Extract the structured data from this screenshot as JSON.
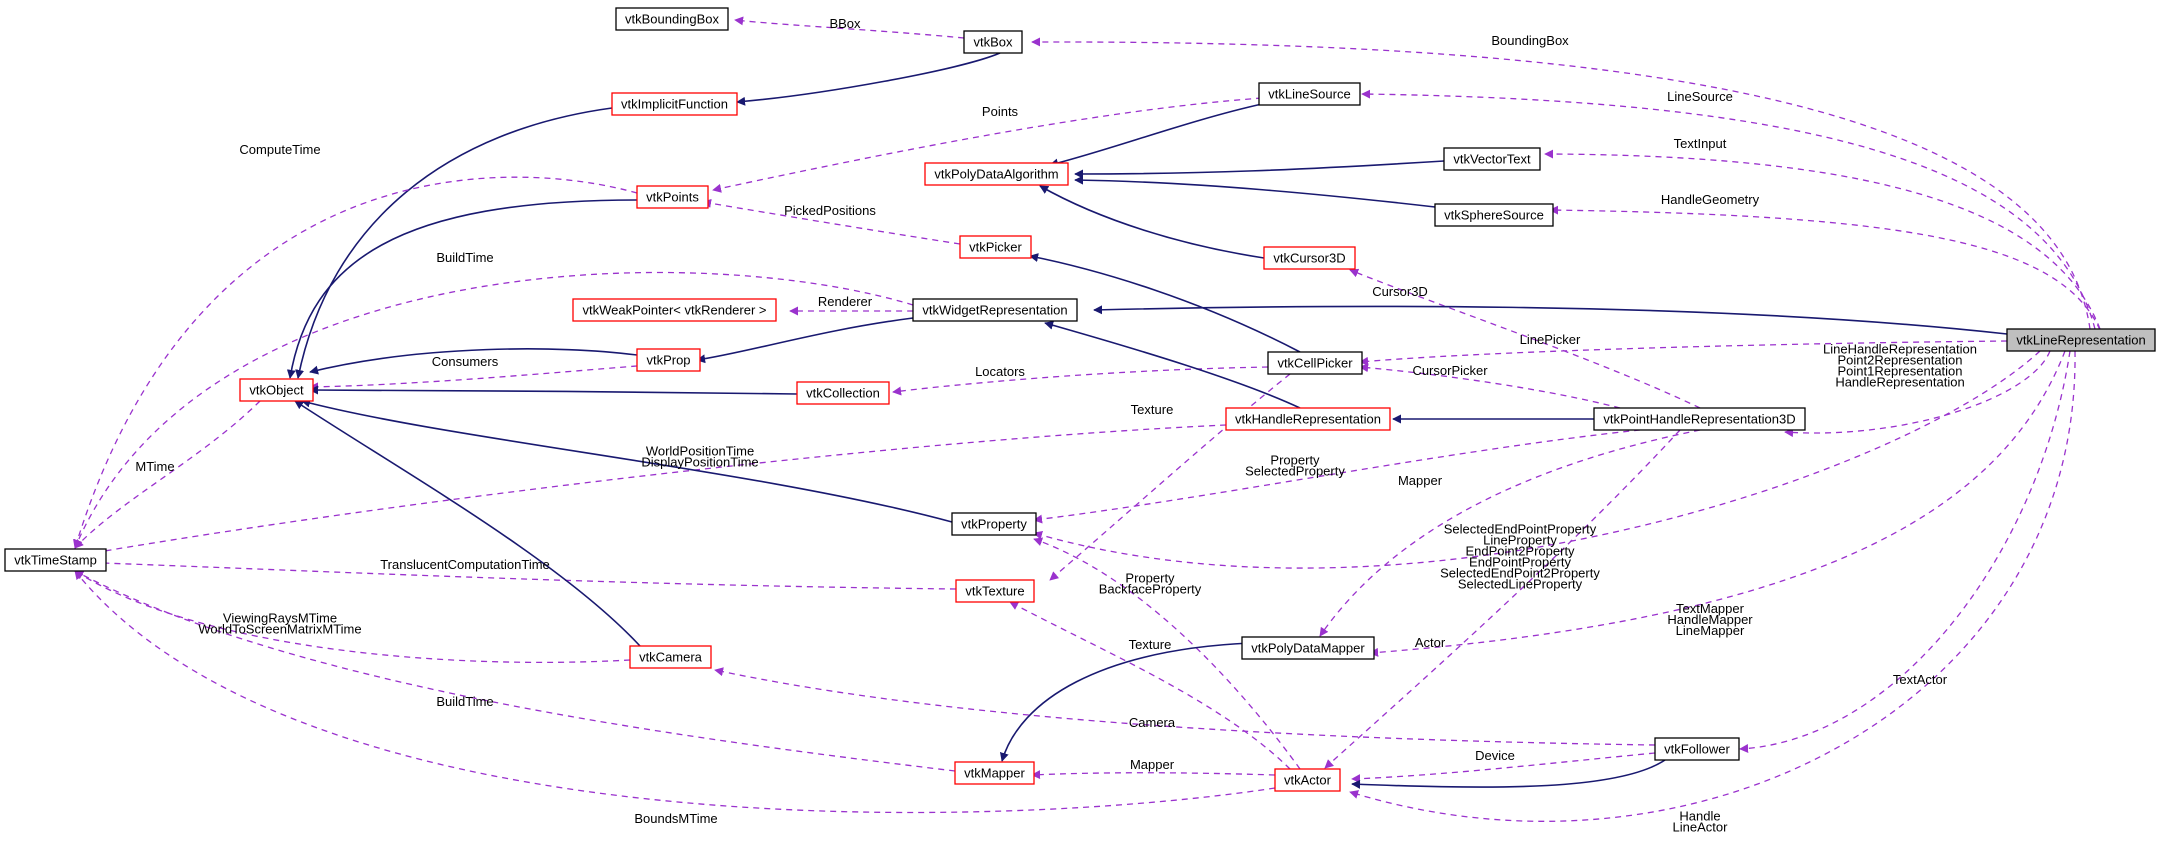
{
  "colors": {
    "inheritance": "#191970",
    "usage": "#9a32cd",
    "node_border_documented": "#000000",
    "node_border_undocumented": "#ff0000",
    "focus_fill": "#bfbfbf"
  },
  "nodes": [
    {
      "id": "vtkBoundingBox",
      "label": "vtkBoundingBox",
      "border": "black"
    },
    {
      "id": "vtkBox",
      "label": "vtkBox",
      "border": "black"
    },
    {
      "id": "vtkImplicitFunction",
      "label": "vtkImplicitFunction",
      "border": "red"
    },
    {
      "id": "vtkLineSource",
      "label": "vtkLineSource",
      "border": "black"
    },
    {
      "id": "vtkVectorText",
      "label": "vtkVectorText",
      "border": "black"
    },
    {
      "id": "vtkPolyDataAlgorithm",
      "label": "vtkPolyDataAlgorithm",
      "border": "red"
    },
    {
      "id": "vtkPoints",
      "label": "vtkPoints",
      "border": "red"
    },
    {
      "id": "vtkSphereSource",
      "label": "vtkSphereSource",
      "border": "black"
    },
    {
      "id": "vtkPicker",
      "label": "vtkPicker",
      "border": "red"
    },
    {
      "id": "vtkCursor3D",
      "label": "vtkCursor3D",
      "border": "red"
    },
    {
      "id": "vtkWeakPointer",
      "label": "vtkWeakPointer< vtkRenderer >",
      "border": "red"
    },
    {
      "id": "vtkWidgetRepresentation",
      "label": "vtkWidgetRepresentation",
      "border": "black"
    },
    {
      "id": "vtkLineRepresentation",
      "label": "vtkLineRepresentation",
      "border": "black",
      "focus": true
    },
    {
      "id": "vtkProp",
      "label": "vtkProp",
      "border": "red"
    },
    {
      "id": "vtkCellPicker",
      "label": "vtkCellPicker",
      "border": "black"
    },
    {
      "id": "vtkObject",
      "label": "vtkObject",
      "border": "red"
    },
    {
      "id": "vtkCollection",
      "label": "vtkCollection",
      "border": "red"
    },
    {
      "id": "vtkHandleRepresentation",
      "label": "vtkHandleRepresentation",
      "border": "red"
    },
    {
      "id": "vtkPointHandleRepresentation3D",
      "label": "vtkPointHandleRepresentation3D",
      "border": "black"
    },
    {
      "id": "vtkProperty",
      "label": "vtkProperty",
      "border": "black"
    },
    {
      "id": "vtkTimeStamp",
      "label": "vtkTimeStamp",
      "border": "black"
    },
    {
      "id": "vtkTexture",
      "label": "vtkTexture",
      "border": "red"
    },
    {
      "id": "vtkCamera",
      "label": "vtkCamera",
      "border": "red"
    },
    {
      "id": "vtkPolyDataMapper",
      "label": "vtkPolyDataMapper",
      "border": "black"
    },
    {
      "id": "vtkFollower",
      "label": "vtkFollower",
      "border": "black"
    },
    {
      "id": "vtkMapper",
      "label": "vtkMapper",
      "border": "red"
    },
    {
      "id": "vtkActor",
      "label": "vtkActor",
      "border": "red"
    }
  ],
  "edges": [
    {
      "id": "e1",
      "kind": "usage",
      "from": "vtkBox",
      "to": "vtkBoundingBox",
      "label": [
        "BBox"
      ]
    },
    {
      "id": "e2",
      "kind": "inherit",
      "from": "vtkBox",
      "to": "vtkImplicitFunction",
      "label": []
    },
    {
      "id": "e3",
      "kind": "usage",
      "from": "vtkLineRepresentation",
      "to": "vtkBox",
      "label": [
        "BoundingBox"
      ]
    },
    {
      "id": "e4",
      "kind": "inherit",
      "from": "vtkImplicitFunction",
      "to": "vtkObject",
      "label": []
    },
    {
      "id": "e5",
      "kind": "usage",
      "from": "vtkLineRepresentation",
      "to": "vtkLineSource",
      "label": [
        "LineSource"
      ]
    },
    {
      "id": "e6",
      "kind": "inherit",
      "from": "vtkLineSource",
      "to": "vtkPolyDataAlgorithm",
      "label": []
    },
    {
      "id": "e7",
      "kind": "usage",
      "from": "vtkLineSource",
      "to": "vtkPoints",
      "label": [
        "Points"
      ]
    },
    {
      "id": "e8",
      "kind": "usage",
      "from": "vtkLineRepresentation",
      "to": "vtkVectorText",
      "label": [
        "TextInput"
      ]
    },
    {
      "id": "e9",
      "kind": "inherit",
      "from": "vtkVectorText",
      "to": "vtkPolyDataAlgorithm",
      "label": []
    },
    {
      "id": "e10",
      "kind": "inherit",
      "from": "vtkSphereSource",
      "to": "vtkPolyDataAlgorithm",
      "label": []
    },
    {
      "id": "e11",
      "kind": "usage",
      "from": "vtkLineRepresentation",
      "to": "vtkSphereSource",
      "label": [
        "HandleGeometry"
      ]
    },
    {
      "id": "e12",
      "kind": "usage",
      "from": "vtkPoints",
      "to": "vtkTimeStamp",
      "label": [
        "ComputeTime"
      ]
    },
    {
      "id": "e13",
      "kind": "inherit",
      "from": "vtkPoints",
      "to": "vtkObject",
      "label": []
    },
    {
      "id": "e14",
      "kind": "usage",
      "from": "vtkPicker",
      "to": "vtkPoints",
      "label": [
        "PickedPositions"
      ]
    },
    {
      "id": "e15",
      "kind": "inherit",
      "from": "vtkCursor3D",
      "to": "vtkPolyDataAlgorithm",
      "label": []
    },
    {
      "id": "e16",
      "kind": "usage",
      "from": "vtkPointHandleRepresentation3D",
      "to": "vtkCursor3D",
      "label": [
        "Cursor3D"
      ]
    },
    {
      "id": "e17",
      "kind": "usage",
      "from": "vtkWidgetRepresentation",
      "to": "vtkTimeStamp",
      "label": [
        "BuildTime"
      ]
    },
    {
      "id": "e18",
      "kind": "usage",
      "from": "vtkWidgetRepresentation",
      "to": "vtkWeakPointer",
      "label": [
        "Renderer"
      ]
    },
    {
      "id": "e19",
      "kind": "inherit",
      "from": "vtkWidgetRepresentation",
      "to": "vtkProp",
      "label": []
    },
    {
      "id": "e20",
      "kind": "inherit",
      "from": "vtkLineRepresentation",
      "to": "vtkWidgetRepresentation",
      "label": []
    },
    {
      "id": "e21",
      "kind": "inherit",
      "from": "vtkCellPicker",
      "to": "vtkPicker",
      "label": []
    },
    {
      "id": "e22",
      "kind": "usage",
      "from": "vtkLineRepresentation",
      "to": "vtkCellPicker",
      "label": [
        "LinePicker"
      ]
    },
    {
      "id": "e23",
      "kind": "usage",
      "from": "vtkPointHandleRepresentation3D",
      "to": "vtkCellPicker",
      "label": [
        "CursorPicker"
      ]
    },
    {
      "id": "e24",
      "kind": "inherit",
      "from": "vtkProp",
      "to": "vtkObject",
      "label": []
    },
    {
      "id": "e25",
      "kind": "usage",
      "from": "vtkProp",
      "to": "vtkObject",
      "label": [
        "Consumers"
      ]
    },
    {
      "id": "e26",
      "kind": "inherit",
      "from": "vtkCollection",
      "to": "vtkObject",
      "label": []
    },
    {
      "id": "e27",
      "kind": "usage",
      "from": "vtkCellPicker",
      "to": "vtkCollection",
      "label": [
        "Locators"
      ]
    },
    {
      "id": "e28",
      "kind": "inherit",
      "from": "vtkHandleRepresentation",
      "to": "vtkWidgetRepresentation",
      "label": []
    },
    {
      "id": "e29",
      "kind": "inherit",
      "from": "vtkPointHandleRepresentation3D",
      "to": "vtkHandleRepresentation",
      "label": []
    },
    {
      "id": "e30",
      "kind": "usage",
      "from": "vtkLineRepresentation",
      "to": "vtkPointHandleRepresentation3D",
      "label": [
        "LineHandleRepresentation",
        "Point2Representation",
        "Point1Representation",
        "HandleRepresentation"
      ]
    },
    {
      "id": "e31",
      "kind": "usage",
      "from": "vtkCellPicker",
      "to": "vtkTexture",
      "label": [
        "Texture"
      ]
    },
    {
      "id": "e32",
      "kind": "usage",
      "from": "vtkObject",
      "to": "vtkTimeStamp",
      "label": [
        "MTime"
      ]
    },
    {
      "id": "e33",
      "kind": "usage",
      "from": "vtkHandleRepresentation",
      "to": "vtkTimeStamp",
      "label": [
        "WorldPositionTime",
        "DisplayPositionTime"
      ]
    },
    {
      "id": "e34",
      "kind": "inherit",
      "from": "vtkProperty",
      "to": "vtkObject",
      "label": []
    },
    {
      "id": "e35",
      "kind": "usage",
      "from": "vtkPointHandleRepresentation3D",
      "to": "vtkProperty",
      "label": [
        "Property",
        "SelectedProperty"
      ]
    },
    {
      "id": "e36",
      "kind": "usage",
      "from": "vtkPointHandleRepresentation3D",
      "to": "vtkPolyDataMapper",
      "label": [
        "Mapper"
      ]
    },
    {
      "id": "e37",
      "kind": "usage",
      "from": "vtkLineRepresentation",
      "to": "vtkProperty",
      "label": [
        "SelectedEndPointProperty",
        "LineProperty",
        "EndPoint2Property",
        "EndPointProperty",
        "SelectedEndPoint2Property",
        "SelectedLineProperty"
      ]
    },
    {
      "id": "e38",
      "kind": "usage",
      "from": "vtkTexture",
      "to": "vtkTimeStamp",
      "label": [
        "TranslucentComputationTime"
      ]
    },
    {
      "id": "e39",
      "kind": "usage",
      "from": "vtkActor",
      "to": "vtkProperty",
      "label": [
        "Property",
        "BackfaceProperty"
      ]
    },
    {
      "id": "e40",
      "kind": "usage",
      "from": "vtkCamera",
      "to": "vtkTimeStamp",
      "label": [
        "ViewingRaysMTime",
        "WorldToScreenMatrixMTime"
      ]
    },
    {
      "id": "e41",
      "kind": "inherit",
      "from": "vtkCamera",
      "to": "vtkObject",
      "label": []
    },
    {
      "id": "e42",
      "kind": "usage",
      "from": "vtkLineRepresentation",
      "to": "vtkPolyDataMapper",
      "label": [
        "TextMapper",
        "HandleMapper",
        "LineMapper"
      ]
    },
    {
      "id": "e43",
      "kind": "usage",
      "from": "vtkActor",
      "to": "vtkTexture",
      "label": [
        "Texture"
      ]
    },
    {
      "id": "e44",
      "kind": "inherit",
      "from": "vtkPolyDataMapper",
      "to": "vtkMapper",
      "label": []
    },
    {
      "id": "e45",
      "kind": "usage",
      "from": "vtkPointHandleRepresentation3D",
      "to": "vtkActor",
      "label": [
        "Actor"
      ]
    },
    {
      "id": "e46",
      "kind": "usage",
      "from": "vtkLineRepresentation",
      "to": "vtkFollower",
      "label": [
        "TextActor"
      ]
    },
    {
      "id": "e47",
      "kind": "usage",
      "from": "vtkFollower",
      "to": "vtkCamera",
      "label": [
        "Camera"
      ]
    },
    {
      "id": "e48",
      "kind": "usage",
      "from": "vtkMapper",
      "to": "vtkTimeStamp",
      "label": [
        "BuildTime"
      ]
    },
    {
      "id": "e49",
      "kind": "usage",
      "from": "vtkFollower",
      "to": "vtkActor",
      "label": [
        "Device"
      ]
    },
    {
      "id": "e50",
      "kind": "inherit",
      "from": "vtkFollower",
      "to": "vtkActor",
      "label": []
    },
    {
      "id": "e51",
      "kind": "usage",
      "from": "vtkActor",
      "to": "vtkMapper",
      "label": [
        "Mapper"
      ]
    },
    {
      "id": "e52",
      "kind": "usage",
      "from": "vtkActor",
      "to": "vtkTimeStamp",
      "label": [
        "BoundsMTime"
      ]
    },
    {
      "id": "e53",
      "kind": "usage",
      "from": "vtkLineRepresentation",
      "to": "vtkActor",
      "label": [
        "Handle",
        "LineActor"
      ]
    }
  ]
}
